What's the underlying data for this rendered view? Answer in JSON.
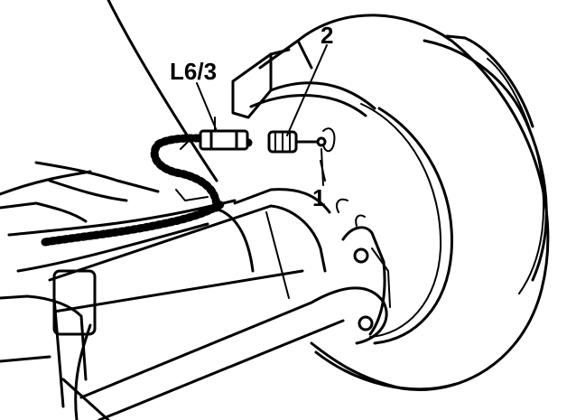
{
  "figure": {
    "callouts": {
      "sensor_label": "L6/3",
      "part_2": "2",
      "part_1": "1"
    },
    "line_color": "#000000",
    "background_color": "#ffffff"
  }
}
